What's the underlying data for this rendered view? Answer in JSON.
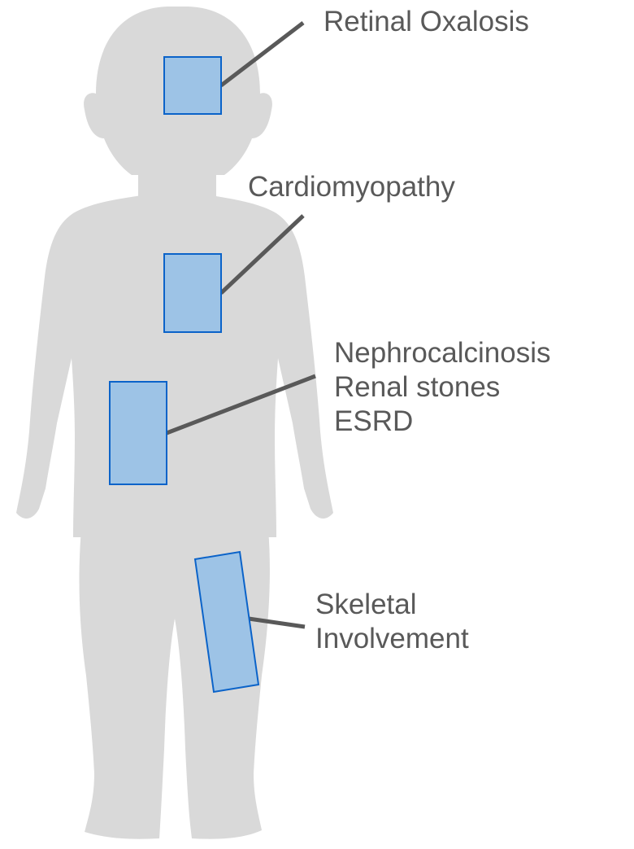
{
  "colors": {
    "silhouette": "#d9d9d9",
    "box_fill": "#9dc3e6",
    "box_stroke": "#0b63c9",
    "connector": "#595959",
    "label_text": "#595959"
  },
  "labels": {
    "retinal": "Retinal Oxalosis",
    "cardio": "Cardiomyopathy",
    "renal": [
      "Nephrocalcinosis",
      "Renal stones",
      "ESRD"
    ],
    "skeletal": [
      "Skeletal",
      "Involvement"
    ]
  }
}
